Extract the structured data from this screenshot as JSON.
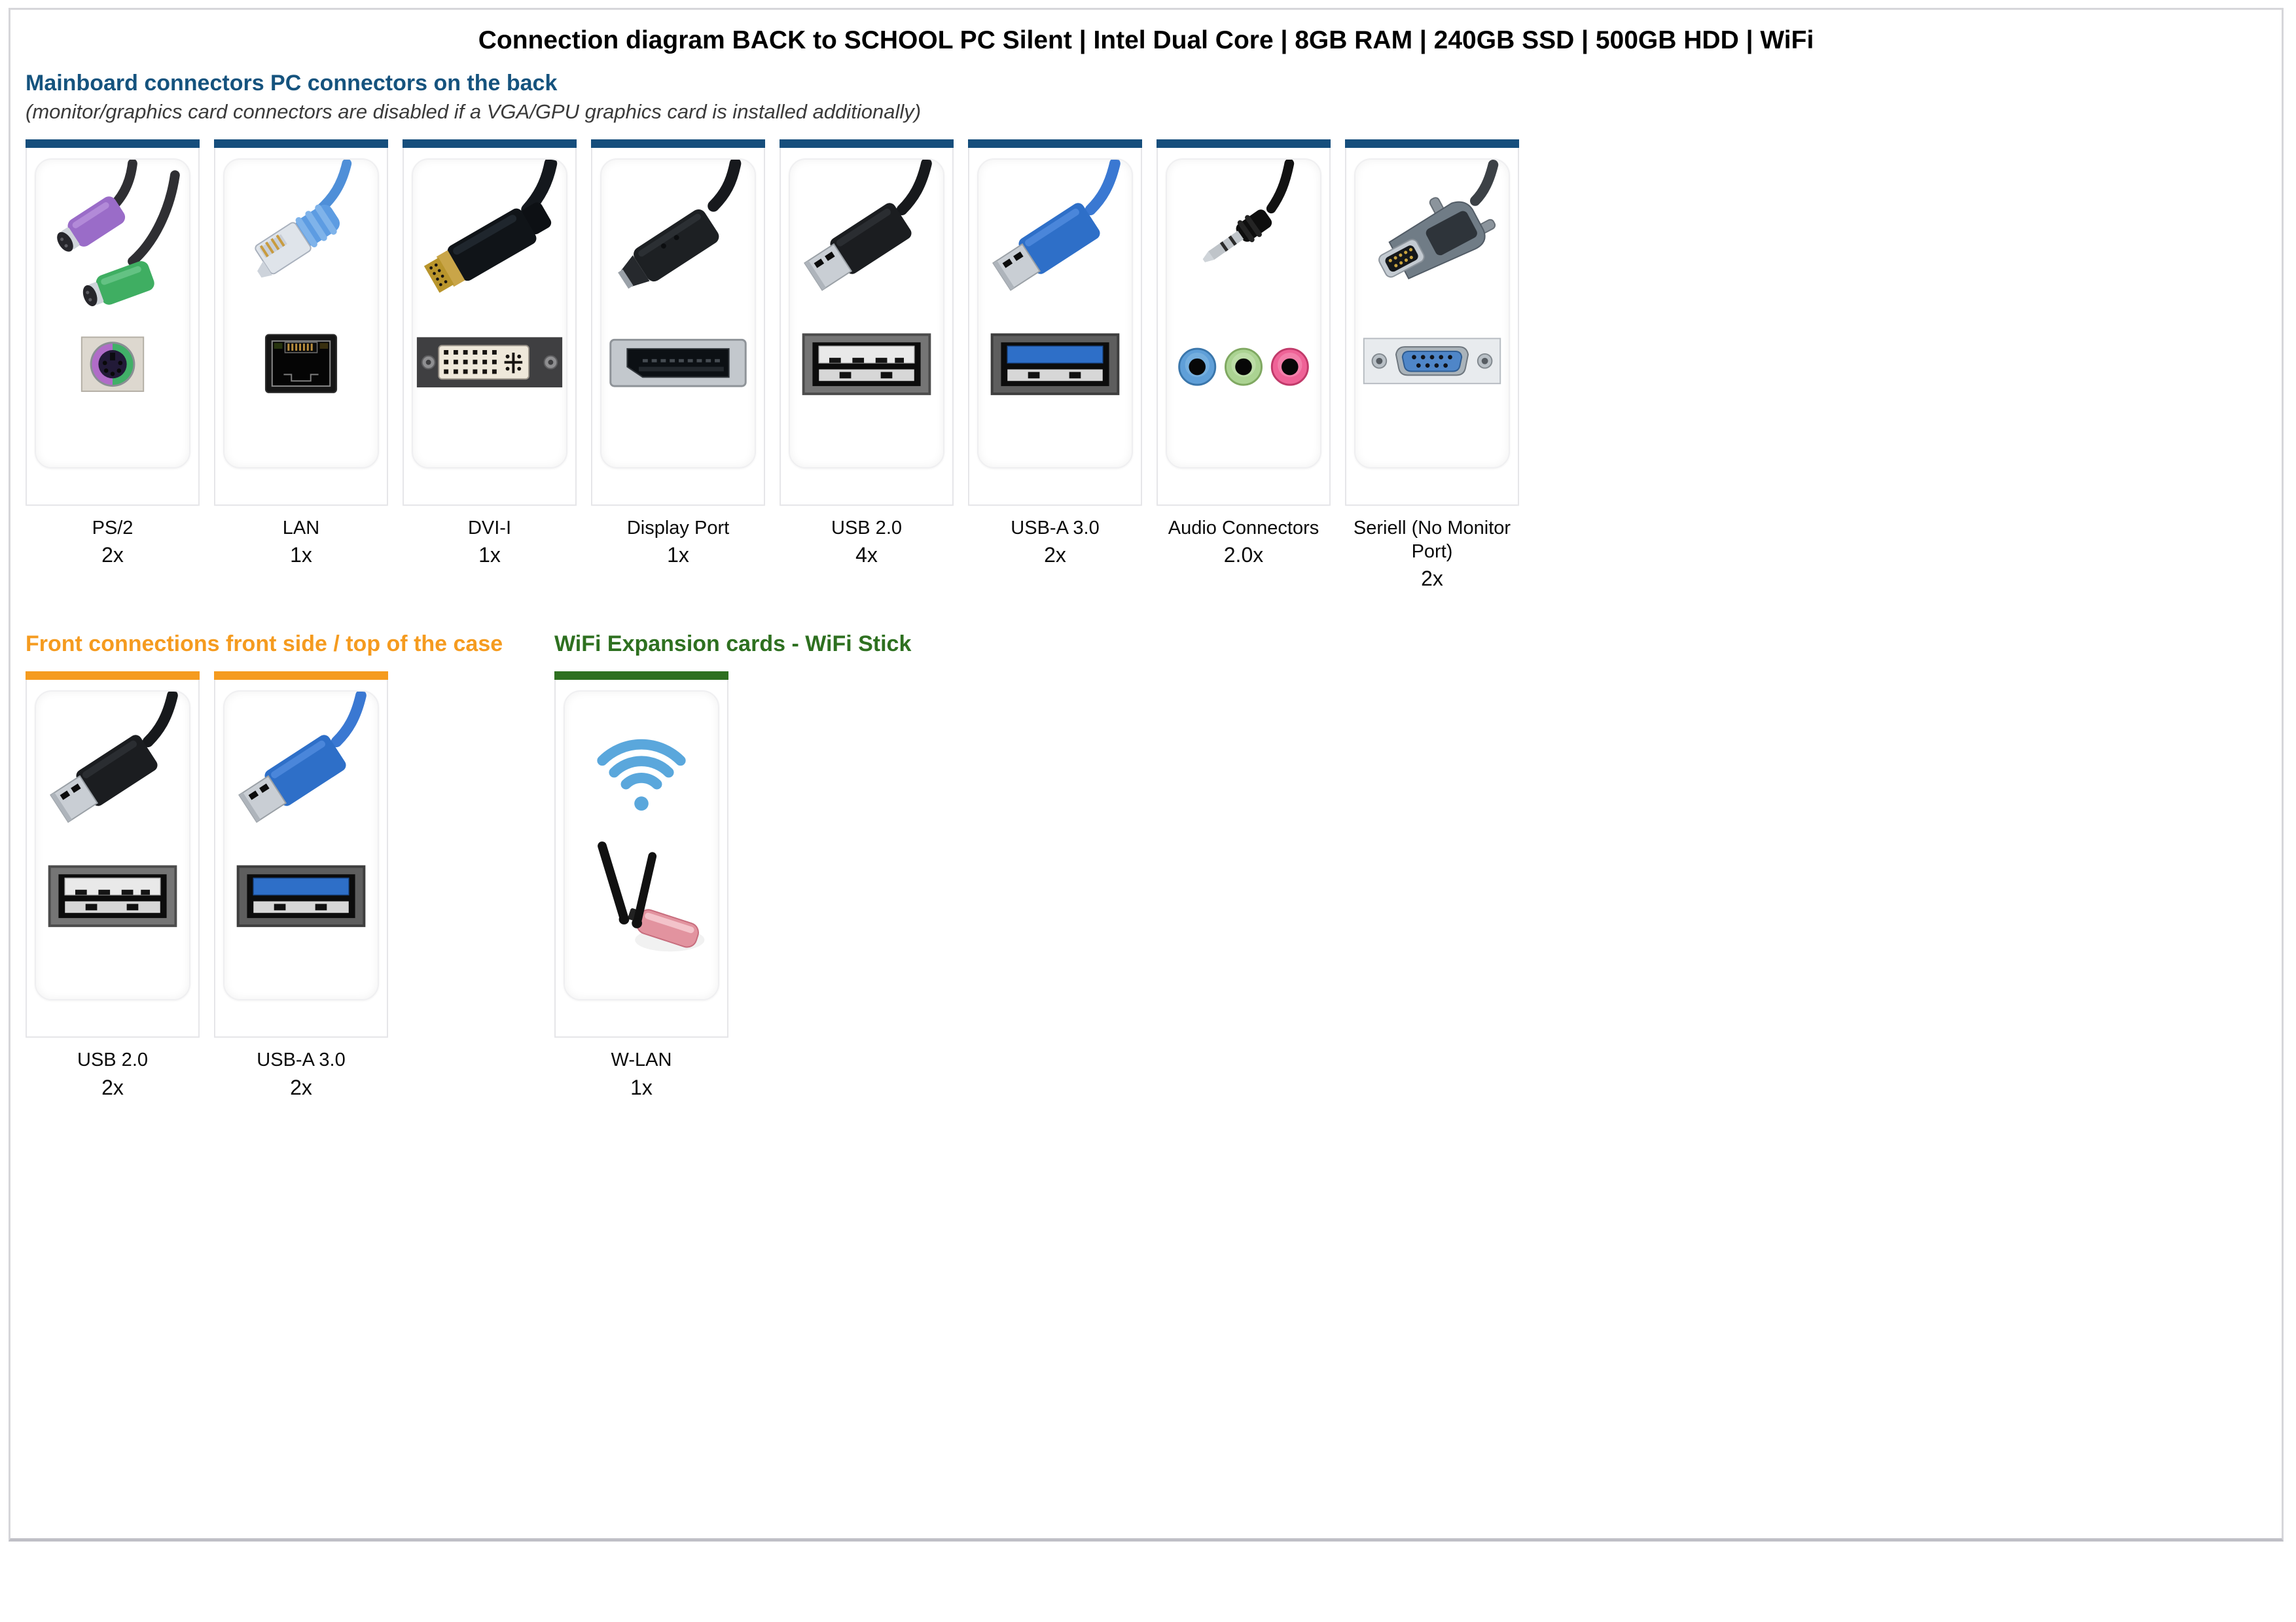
{
  "page": {
    "title": "Connection diagram BACK to SCHOOL PC Silent | Intel Dual Core | 8GB RAM | 240GB SSD | 500GB HDD | WiFi"
  },
  "colors": {
    "back_accent": "#164e7c",
    "front_accent": "#f59b1f",
    "wifi_accent": "#2e7020",
    "heading_back": "#15537e",
    "audio_jack_blue": "#5f9fd8",
    "audio_jack_green": "#abd392",
    "audio_jack_pink": "#ef6397"
  },
  "sections": [
    {
      "heading": "Mainboard connectors PC connectors on the back",
      "subheading": "(monitor/graphics card connectors are disabled if a VGA/GPU graphics card is installed additionally)",
      "cards": [
        {
          "label": "PS/2",
          "count": "2x",
          "icon": "ps2-connector-icon"
        },
        {
          "label": "LAN",
          "count": "1x",
          "icon": "lan-connector-icon"
        },
        {
          "label": "DVI-I",
          "count": "1x",
          "icon": "dvi-connector-icon"
        },
        {
          "label": "Display Port",
          "count": "1x",
          "icon": "displayport-connector-icon"
        },
        {
          "label": "USB 2.0",
          "count": "4x",
          "icon": "usb2-connector-icon"
        },
        {
          "label": "USB-A 3.0",
          "count": "2x",
          "icon": "usb3-connector-icon"
        },
        {
          "label": "Audio Connectors",
          "count": "2.0x",
          "icon": "audio-connector-icon"
        },
        {
          "label": "Seriell (No Monitor Port)",
          "count": "2x",
          "icon": "serial-connector-icon"
        }
      ]
    },
    {
      "heading": "Front connections front side / top of the case",
      "cards": [
        {
          "label": "USB 2.0",
          "count": "2x",
          "icon": "usb2-connector-icon"
        },
        {
          "label": "USB-A 3.0",
          "count": "2x",
          "icon": "usb3-connector-icon"
        }
      ]
    },
    {
      "heading": "WiFi Expansion cards - WiFi Stick",
      "cards": [
        {
          "label": "W-LAN",
          "count": "1x",
          "icon": "wifi-stick-icon"
        }
      ]
    }
  ]
}
